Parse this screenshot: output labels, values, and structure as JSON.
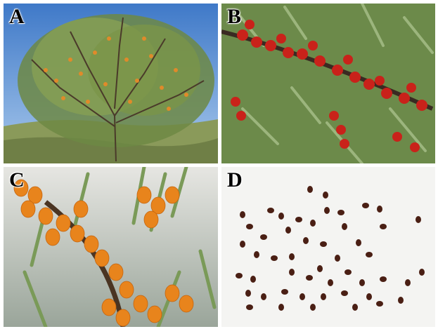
{
  "figure": {
    "panels": [
      {
        "label": "A"
      },
      {
        "label": "B"
      },
      {
        "label": "C"
      },
      {
        "label": "D"
      }
    ]
  },
  "colors": {
    "sky": "#4d86d0",
    "foliage": "#7c9a52",
    "berry_red": "#c9221a",
    "berry_orange": "#e8841c",
    "seed": "#4a1f14",
    "background_white": "#f4f4f2"
  }
}
